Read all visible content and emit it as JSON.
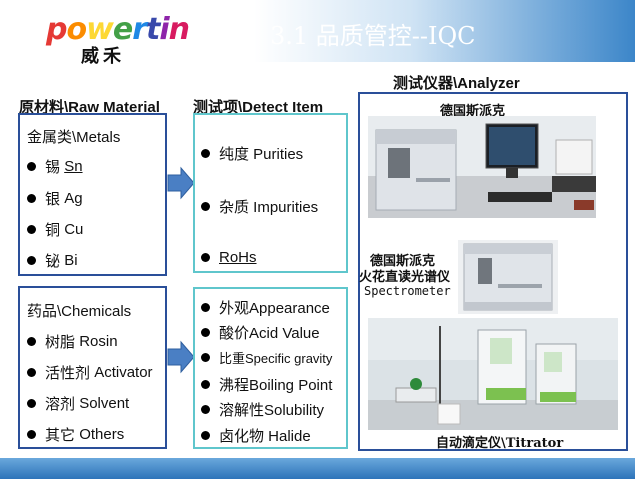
{
  "header": {
    "logo_text": "powertin",
    "logo_letters": [
      "p",
      "o",
      "w",
      "e",
      "r",
      "t",
      "i",
      "n"
    ],
    "logo_colors": [
      "#e53935",
      "#fb8c00",
      "#fdd835",
      "#43a047",
      "#1e88e5",
      "#3949ab",
      "#8e24aa",
      "#d81b60"
    ],
    "logo_cn": "威禾",
    "title": "3.1  品质管控--IQC"
  },
  "raw_material": {
    "heading": "原材料\\Raw Material",
    "metals_title": "金属类\\Metals",
    "metals": [
      {
        "cn": "锡",
        "en": "Sn"
      },
      {
        "cn": "银",
        "en": "Ag"
      },
      {
        "cn": "铜",
        "en": "Cu"
      },
      {
        "cn": "铋",
        "en": "Bi"
      }
    ],
    "chemicals_title": "药品\\Chemicals",
    "chemicals": [
      {
        "cn": "树脂",
        "en": "Rosin"
      },
      {
        "cn": "活性剂",
        "en": "Activator"
      },
      {
        "cn": "溶剂",
        "en": "Solvent"
      },
      {
        "cn": "其它",
        "en": "Others"
      }
    ]
  },
  "detect_item": {
    "heading": "测试项\\Detect Item",
    "metal_items": [
      "纯度 Purities",
      "杂质 Impurities",
      "RoHs"
    ],
    "chemical_items": [
      "外观Appearance",
      "酸价Acid Value",
      "比重Specific gravity",
      "沸程Boiling Point",
      "溶解性Solubility",
      "卤化物 Halide"
    ]
  },
  "analyzer": {
    "heading": "测试仪器\\Analyzer",
    "caption_1": "德国斯派克",
    "caption_2_line1": "德国斯派克",
    "caption_2_line2": "火花直读光谱仪",
    "caption_2_line3": "Spectrometer",
    "caption_3": "自动滴定仪\\Titrator",
    "photo_1": "spectrometer-with-computer-photo",
    "photo_2": "spectrometer-photo",
    "photo_3": "titrator-photo"
  },
  "colors": {
    "box_border": "#2a4f99",
    "inner_border": "#5fc6cc",
    "arrow": "#4a7fc4",
    "header_blue": "#3c86c9"
  }
}
